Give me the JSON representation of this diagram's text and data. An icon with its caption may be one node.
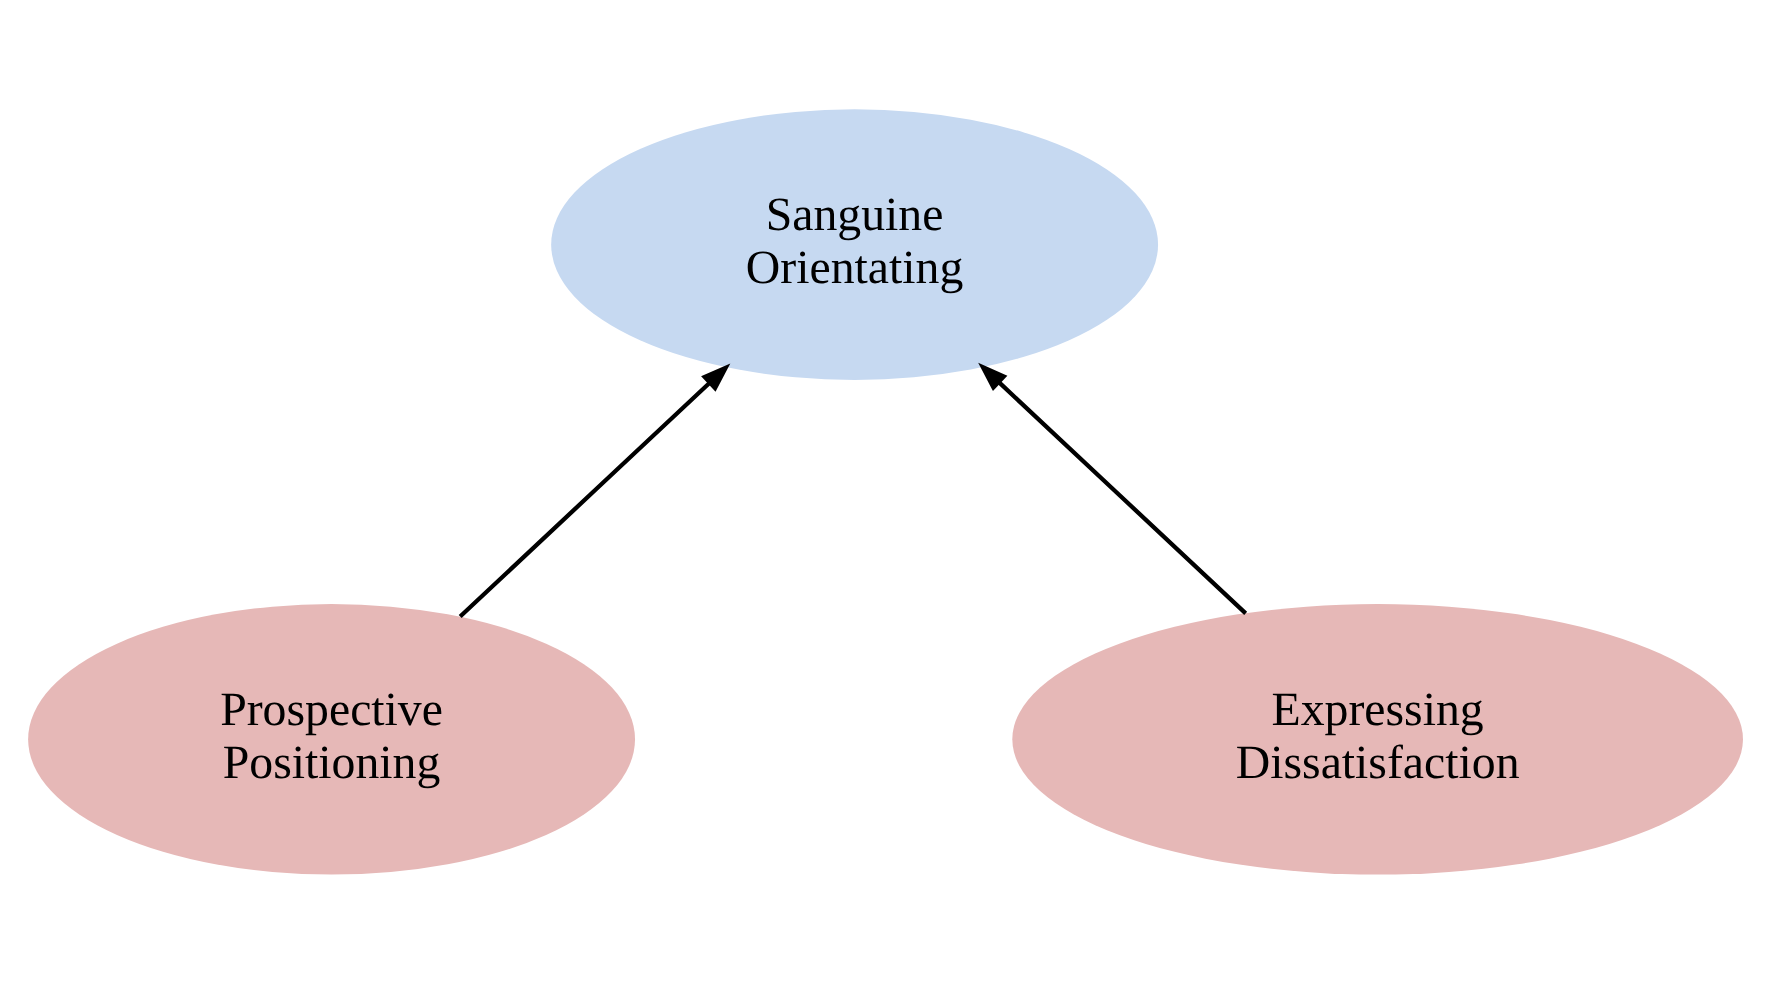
{
  "diagram": {
    "nodes": [
      {
        "text": [
          "Sanguine Orientating"
        ]
      },
      {
        "text": [
          "Prospective Positioning"
        ]
      },
      {
        "text": [
          "Expressing Dissatisfaction"
        ]
      }
    ],
    "edges": [
      {
        "from": 1,
        "to": 0,
        "arrow": "to"
      },
      {
        "from": 2,
        "to": 0,
        "arrow": "to"
      }
    ]
  }
}
